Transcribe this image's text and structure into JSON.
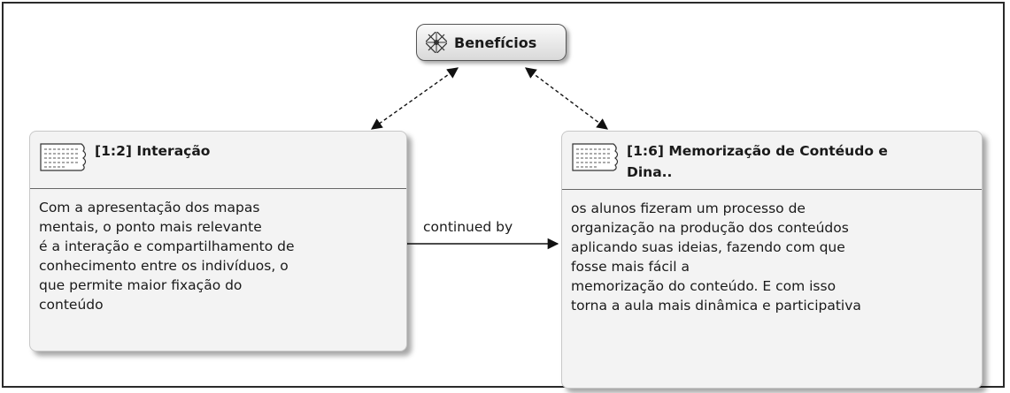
{
  "root": {
    "label": "Benefícios",
    "icon": "network-node-icon"
  },
  "card_left": {
    "title": "[1:2] Interação",
    "icon": "document-quote-icon",
    "lines": [
      "Com a apresentação dos mapas",
      "mentais, o ponto mais relevante",
      "é a interação e compartilhamento de",
      "conhecimento entre os indivíduos, o",
      "que permite maior fixação do",
      "conteúdo"
    ]
  },
  "card_right": {
    "title_lines": [
      "[1:6] Memorização de Contéudo e",
      "Dina.."
    ],
    "icon": "document-quote-icon",
    "lines": [
      "os alunos fizeram um processo de",
      "organização na produção dos conteúdos",
      "aplicando suas ideias, fazendo com que",
      "fosse mais fácil a",
      "memorização do conteúdo. E com isso",
      "torna a aula mais dinâmica e participativa"
    ]
  },
  "relation": {
    "label": "continued by"
  },
  "colors": {
    "edge": "#111111",
    "card_bg": "#f3f3f3",
    "root_bg": "#e6e6e6"
  }
}
